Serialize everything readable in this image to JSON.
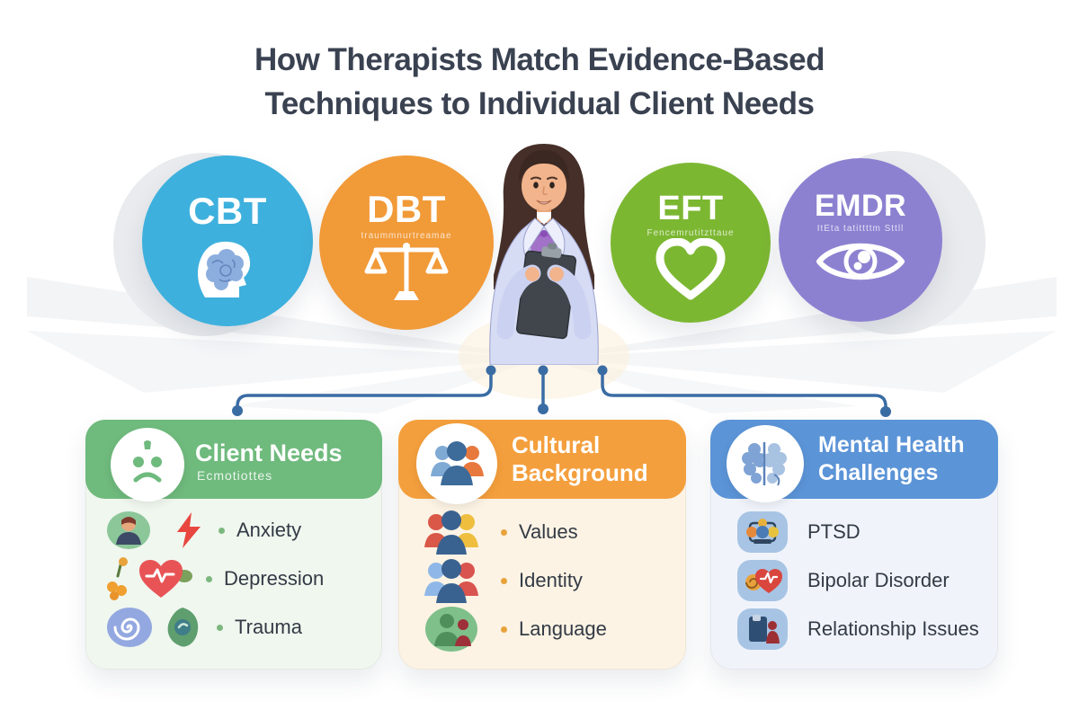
{
  "title": {
    "line1": "How Therapists Match Evidence-Based",
    "line2": "Techniques to Individual Client Needs"
  },
  "techniques": [
    {
      "abbr": "CBT",
      "subtext": "",
      "color": "#3eb0dd",
      "icon": "head-brain-icon"
    },
    {
      "abbr": "DBT",
      "subtext": "traummnurtreamae",
      "color": "#f19a38",
      "icon": "balance-scale-icon"
    },
    {
      "abbr": "EFT",
      "subtext": "Fencemrutitzttaue",
      "color": "#7cb732",
      "icon": "heart-outline-icon"
    },
    {
      "abbr": "EMDR",
      "subtext": "ItEta tatittttm Sttll",
      "color": "#8c81d1",
      "icon": "eye-icon"
    }
  ],
  "cards": [
    {
      "title": "Client Needs",
      "subtitle": "Ecmotiottes",
      "header_color": "#6fba7d",
      "header_icon": "sad-face-icon",
      "items": [
        "Anxiety",
        "Depression",
        "Trauma"
      ]
    },
    {
      "title_line1": "Cultural",
      "title_line2": "Background",
      "header_color": "#f49f3d",
      "header_icon": "people-group-icon",
      "items": [
        "Values",
        "Identity",
        "Language"
      ]
    },
    {
      "title_line1": "Mental Health",
      "title_line2": "Challenges",
      "header_color": "#5b94d7",
      "header_icon": "brain-icon",
      "items": [
        "PTSD",
        "Bipolar Disorder",
        "Relationship Issues"
      ]
    }
  ],
  "connector_color": "#3a6ca4"
}
